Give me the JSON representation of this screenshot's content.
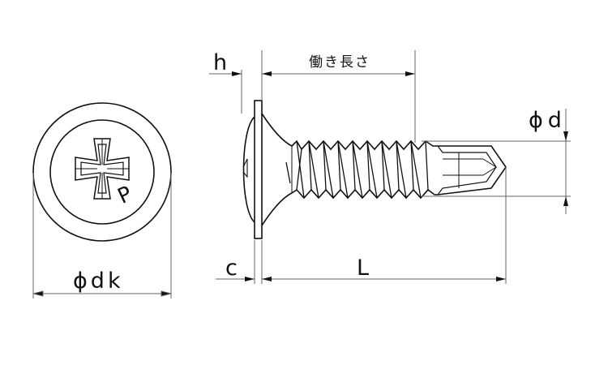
{
  "labels": {
    "h": "h",
    "working_length": "働き長さ",
    "phi_d": "ϕd",
    "c": "c",
    "L": "L",
    "phi_dk": "ϕdk"
  },
  "head_mark": "P",
  "colors": {
    "line": "#111111",
    "background": "#ffffff",
    "thin": "#666666"
  }
}
